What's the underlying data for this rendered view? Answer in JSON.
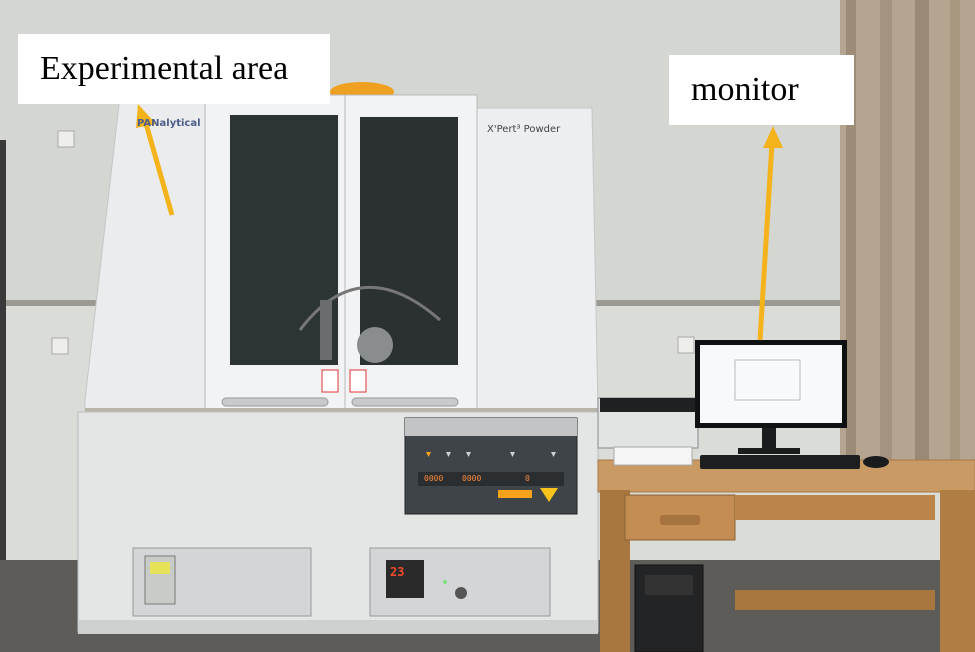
{
  "labels": {
    "experimental_area": "Experimental area",
    "monitor": "monitor"
  },
  "instrument": {
    "brand": "PANalytical",
    "model": "X'Pert³ Powder",
    "temperature_display": "23",
    "panel_readout_left": "0000",
    "panel_readout_mid": "0000",
    "panel_readout_right": "0"
  },
  "colors": {
    "arrow": "#f4b31a",
    "wall": "#d9dcd8",
    "desk": "#c8905a",
    "instrument_body": "#e8eaeb"
  }
}
